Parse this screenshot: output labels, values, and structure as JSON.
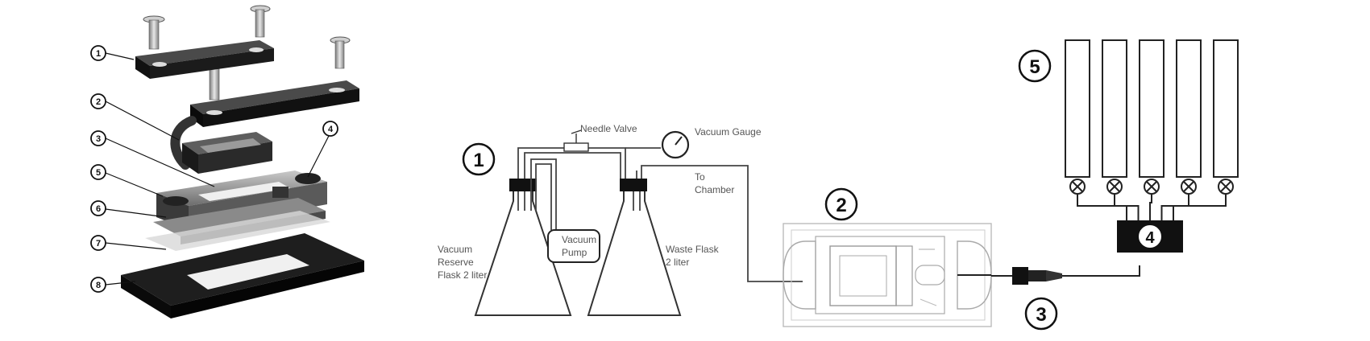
{
  "exploded_view": {
    "callouts": [
      "1",
      "2",
      "3",
      "4",
      "5",
      "6",
      "7",
      "8"
    ]
  },
  "vacuum_system": {
    "marker": "1",
    "needle_valve": "Needle Valve",
    "vacuum_gauge": "Vacuum Gauge",
    "to_chamber": [
      "To",
      "Chamber"
    ],
    "reserve_flask": [
      "Vacuum",
      "Reserve",
      "Flask 2 liter"
    ],
    "vacuum_pump": [
      "Vacuum",
      "Pump"
    ],
    "waste_flask": [
      "Waste Flask",
      "2 liter"
    ]
  },
  "chamber": {
    "marker": "2"
  },
  "syringe": {
    "marker": "3"
  },
  "manifold": {
    "marker": "4"
  },
  "reservoirs": {
    "marker": "5",
    "count": 5
  }
}
